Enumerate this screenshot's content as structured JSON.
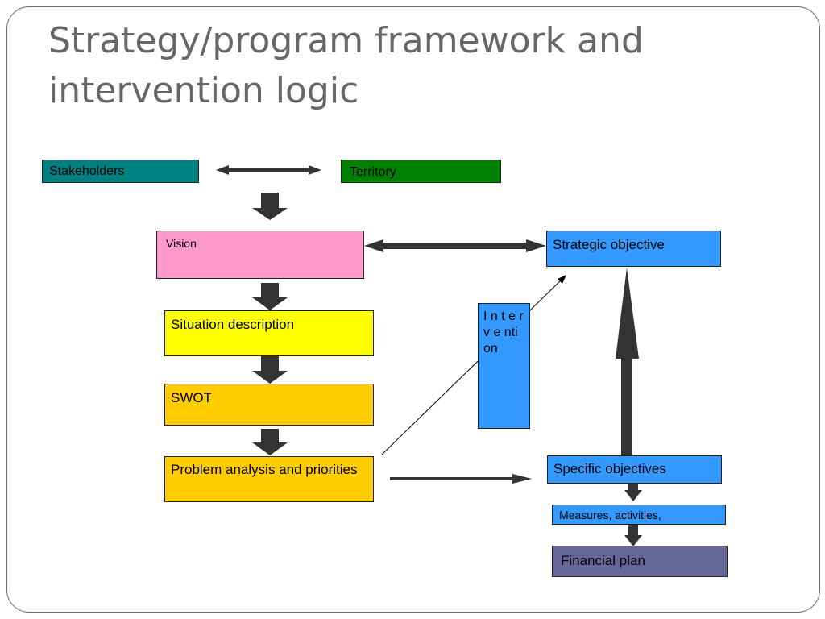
{
  "slide": {
    "title_line1": "Strategy/program framework and",
    "title_line2": "intervention logic"
  },
  "boxes": {
    "stakeholders": "Stakeholders",
    "territory": "Territory",
    "vision": "Vision",
    "strategic_objective": "Strategic objective",
    "situation_description": "Situation description",
    "intervention": "I n t e r v e ntion",
    "swot": "SWOT",
    "problem_analysis": "Problem analysis and priorities",
    "specific_objectives": "Specific objectives",
    "measures": "Measures, activities,",
    "financial_plan": "Financial plan"
  },
  "colors": {
    "stakeholders": "#008080",
    "territory": "#008000",
    "vision": "#ff99cc",
    "strategic_objective": "#3399ff",
    "situation_description": "#ffff00",
    "intervention": "#3399ff",
    "swot": "#ffcc00",
    "problem_analysis": "#ffcc00",
    "specific_objectives": "#3399ff",
    "measures": "#3399ff",
    "financial_plan": "#666699",
    "arrow": "#333333"
  }
}
